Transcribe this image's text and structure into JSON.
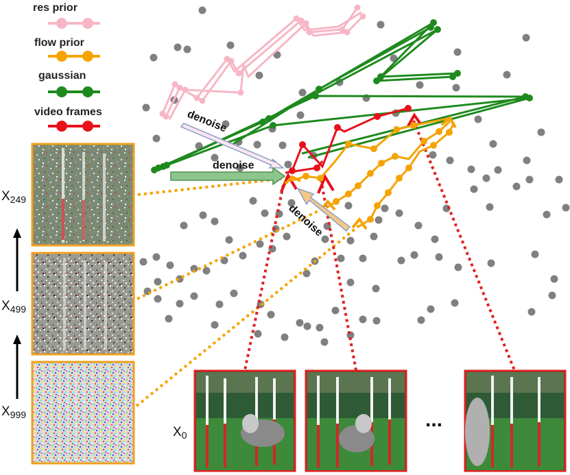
{
  "legend": {
    "items": [
      {
        "key": "res",
        "label": "res prior",
        "color": "#f7b6c6"
      },
      {
        "key": "flow",
        "label": "flow prior",
        "color": "#f5a300"
      },
      {
        "key": "gauss",
        "label": "gaussian",
        "color": "#1e8a1e"
      },
      {
        "key": "video",
        "label": "video frames",
        "color": "#e8101a"
      }
    ]
  },
  "arrows": {
    "denoise_res": "denoise",
    "denoise_gauss": "denoise",
    "denoise_flow": "denoise"
  },
  "noise_levels": [
    {
      "base": "X",
      "sub": "249"
    },
    {
      "base": "X",
      "sub": "499"
    },
    {
      "base": "X",
      "sub": "999"
    }
  ],
  "clean": {
    "base": "X",
    "sub": "0"
  },
  "ellipsis": "...",
  "colors": {
    "scatter": "#808080",
    "noisy_frame_border": "#f0a020",
    "clean_frame_border": "#e02020",
    "link_dotted": "#f5a300",
    "frame_dotted": "#e02020"
  }
}
